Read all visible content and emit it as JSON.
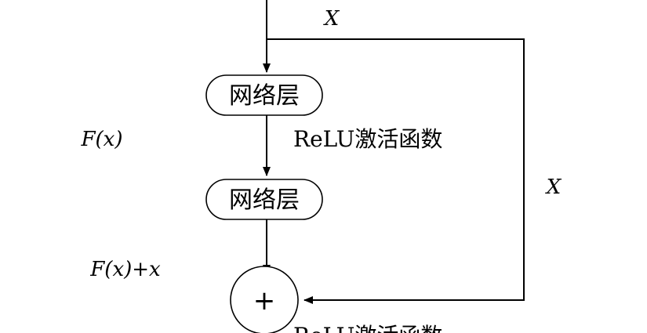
{
  "diagram": {
    "top_input_label": "X",
    "skip_label": "X",
    "residual_function_label": "F(x)",
    "sum_label": "F(x)+x",
    "activation_label": "ReLU激活函数",
    "bottom_activation_label": "ReLU激活函数",
    "layer1_label": "网络层",
    "layer2_label": "网络层",
    "add_symbol": "+"
  }
}
